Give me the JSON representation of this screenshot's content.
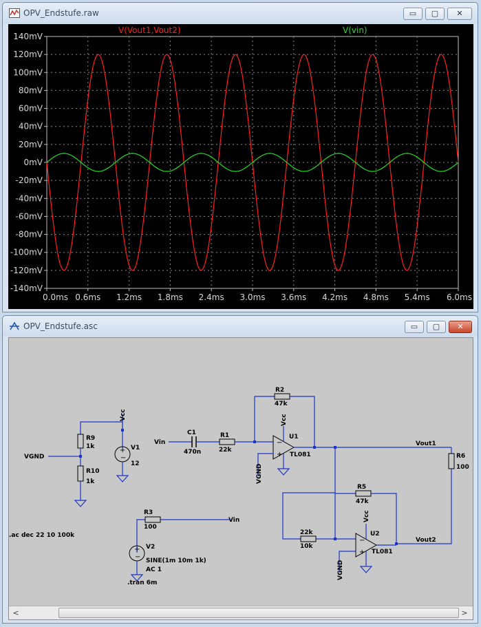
{
  "plot_window": {
    "title": "OPV_Endstufe.raw",
    "controls": {
      "minimize": "▭",
      "restore": "▢",
      "close": "✕"
    }
  },
  "chart_data": {
    "type": "line",
    "x_ticks": [
      "0.0ms",
      "0.6ms",
      "1.2ms",
      "1.8ms",
      "2.4ms",
      "3.0ms",
      "3.6ms",
      "4.2ms",
      "4.8ms",
      "5.4ms",
      "6.0ms"
    ],
    "y_ticks": [
      "140mV",
      "120mV",
      "100mV",
      "80mV",
      "60mV",
      "40mV",
      "20mV",
      "0mV",
      "-20mV",
      "-40mV",
      "-60mV",
      "-80mV",
      "-100mV",
      "-120mV",
      "-140mV"
    ],
    "xlim": [
      0,
      6
    ],
    "ylim": [
      -140,
      140
    ],
    "grid": true,
    "series": [
      {
        "name": "V(Vout1,Vout2)",
        "color": "#ff2020",
        "amplitude_mv": 120,
        "frequency_khz": 1,
        "phase": "inverted",
        "start_mv": 0
      },
      {
        "name": "V(vin)",
        "color": "#20e020",
        "amplitude_mv": 10,
        "frequency_khz": 1,
        "phase": "normal",
        "start_mv": 0
      }
    ]
  },
  "schematic_window": {
    "title": "OPV_Endstufe.asc",
    "controls": {
      "minimize": "▭",
      "restore": "▢",
      "close": "✕"
    },
    "scroll_left": "<",
    "scroll_right": ">"
  },
  "schematic": {
    "labels": {
      "vgnd1": "VGND",
      "vgnd2": "VGND",
      "vgnd3": "VGND",
      "vcc1": "Vcc",
      "vcc2": "Vcc",
      "vcc3": "Vcc",
      "vin1": "Vin",
      "vin2": "Vin",
      "vout1": "Vout1",
      "vout2": "Vout2"
    },
    "components": {
      "r9_name": "R9",
      "r9_value": "1k",
      "r10_name": "R10",
      "r10_value": "1k",
      "v1_name": "V1",
      "v1_value": "12",
      "c1_name": "C1",
      "c1_value": "470n",
      "r1_name": "R1",
      "r1_value": "22k",
      "r2_name": "R2",
      "r2_value": "47k",
      "u1_name": "U1",
      "u1_value": "TL081",
      "r6_name": "R6",
      "r6_value": "100",
      "r5_name": "R5",
      "r5_value": "47k",
      "rb_value_top": "22k",
      "rb_value_bottom": "10k",
      "u2_name": "U2",
      "u2_value": "TL081",
      "r3_name": "R3",
      "r3_value": "100",
      "v2_name": "V2",
      "v2_value": "SINE(1m 10m 1k)",
      "v2_ac": "AC 1"
    },
    "directives": {
      "ac": ".ac dec 22 10 100k",
      "tran": ".tran 6m"
    }
  }
}
